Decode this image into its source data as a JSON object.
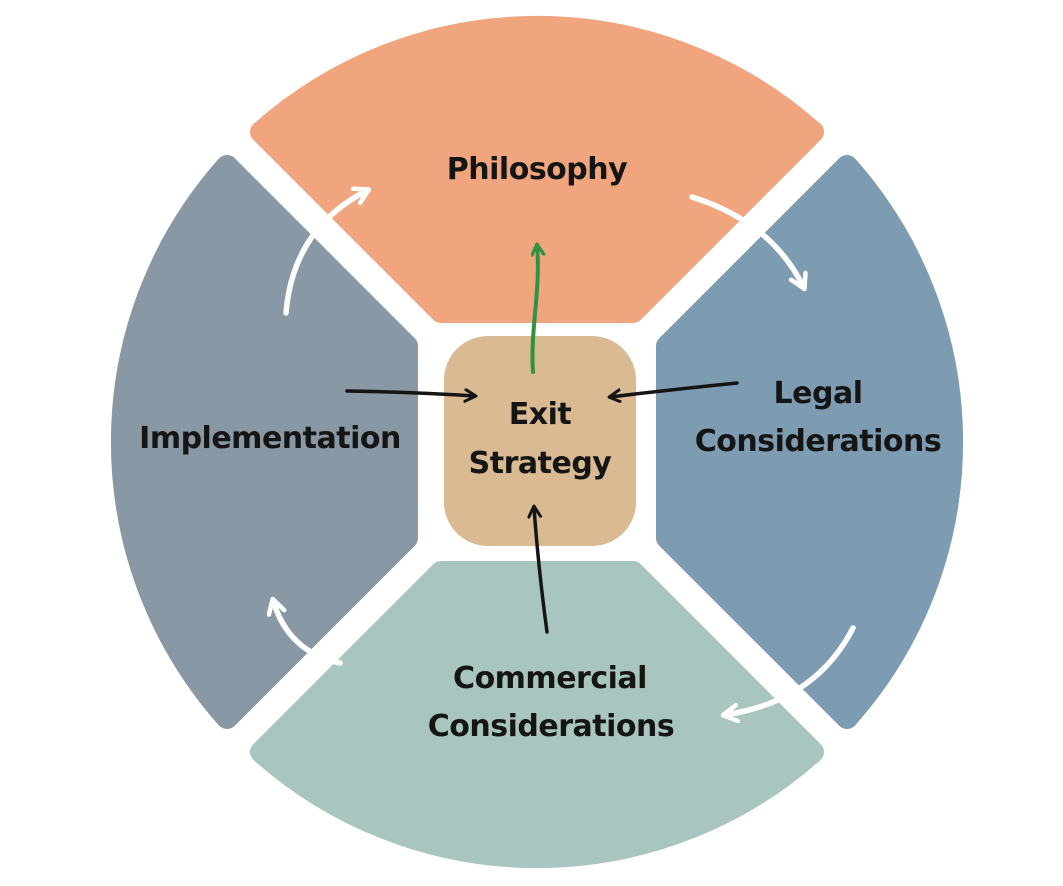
{
  "diagram": {
    "background": "#ffffff",
    "center": {
      "line1": "Exit",
      "line2": "Strategy",
      "color": "#d9ba92"
    },
    "segments": {
      "top": {
        "label": "Philosophy",
        "color": "#f1a57f"
      },
      "right": {
        "line1": "Legal",
        "line2": "Considerations",
        "color": "#7d9cb2"
      },
      "bottom": {
        "line1": "Commercial",
        "line2": "Considerations",
        "color": "#a8c5bf"
      },
      "left": {
        "label": "Implementation",
        "color": "#8898a4"
      }
    },
    "colors": {
      "text": "#151515",
      "arrow_black": "#151515",
      "arrow_green": "#2f9343",
      "arrow_white": "#ffffff"
    }
  }
}
